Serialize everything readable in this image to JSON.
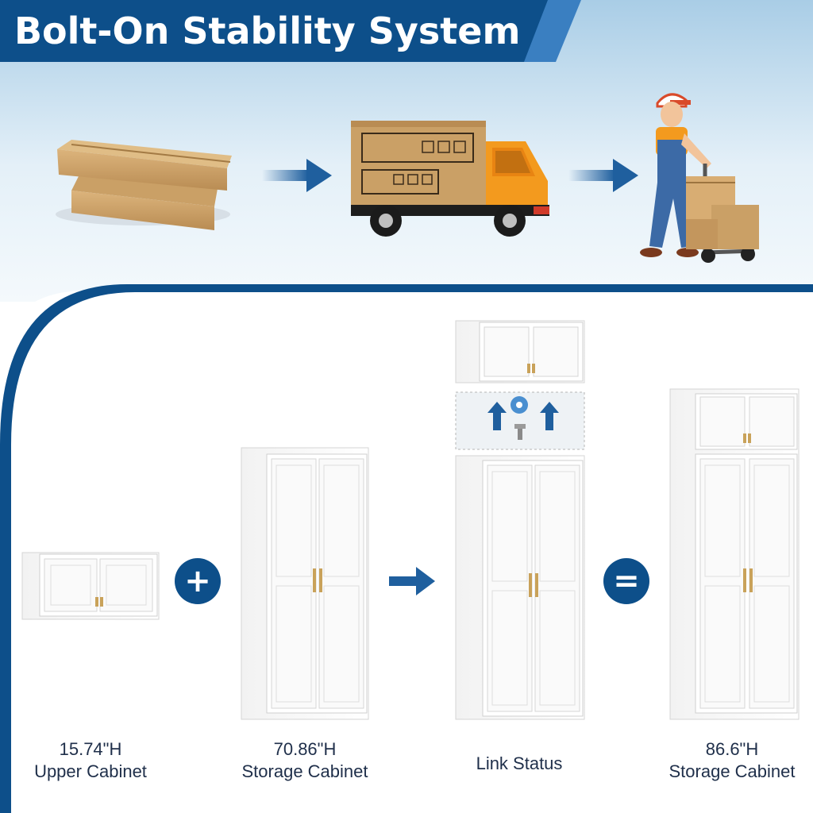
{
  "header": {
    "title": "Bolt-On Stability System",
    "band_color": "#0d4f8a",
    "accent_color": "#3a7fc1"
  },
  "shipping": {
    "steps": [
      {
        "name": "flat-pack boxes",
        "icon": "stacked-boxes-icon"
      },
      {
        "name": "delivery truck",
        "icon": "truck-icon"
      },
      {
        "name": "delivery worker",
        "icon": "hand-truck-worker-icon"
      }
    ]
  },
  "assembly": {
    "plus_symbol": "+",
    "equals_symbol": "=",
    "items": [
      {
        "line1": "15.74\"H",
        "line2": "Upper Cabinet"
      },
      {
        "line1": "70.86\"H",
        "line2": "Storage Cabinet"
      },
      {
        "line1": "Link Status",
        "line2": ""
      },
      {
        "line1": "86.6\"H",
        "line2": "Storage Cabinet"
      }
    ],
    "symbol_color": "#0d4f8a",
    "handle_color": "#c9a25a"
  }
}
